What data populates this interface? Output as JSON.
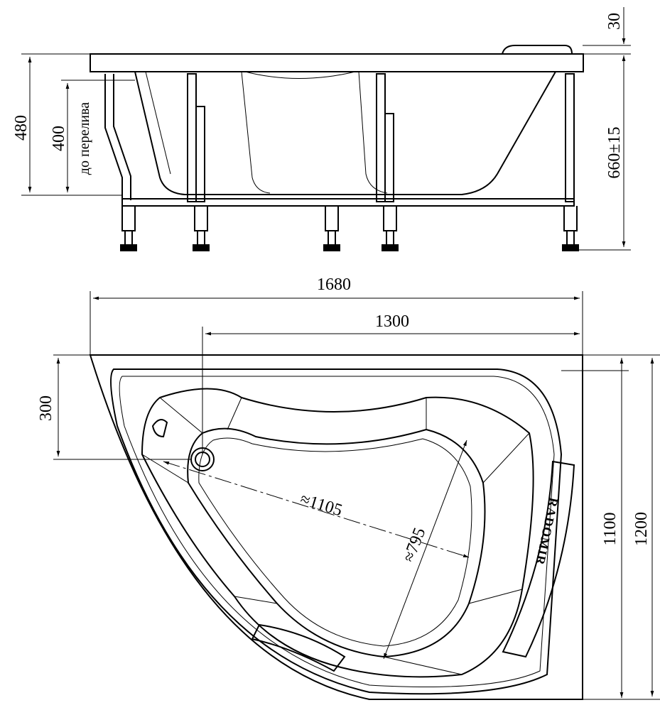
{
  "side_view": {
    "dim_rim": "30",
    "dim_height_total": "480",
    "dim_overflow": "400",
    "overflow_label": "до перелива",
    "dim_floor_to_rim": "660±15"
  },
  "top_view": {
    "dim_length": "1680",
    "dim_inner_length": "1300",
    "dim_drain_offset": "300",
    "dim_diagonal": "≈1105",
    "dim_bowl_width": "≈795",
    "dim_inner_width": "1100",
    "dim_width": "1200",
    "logo": "RADOMIR"
  }
}
